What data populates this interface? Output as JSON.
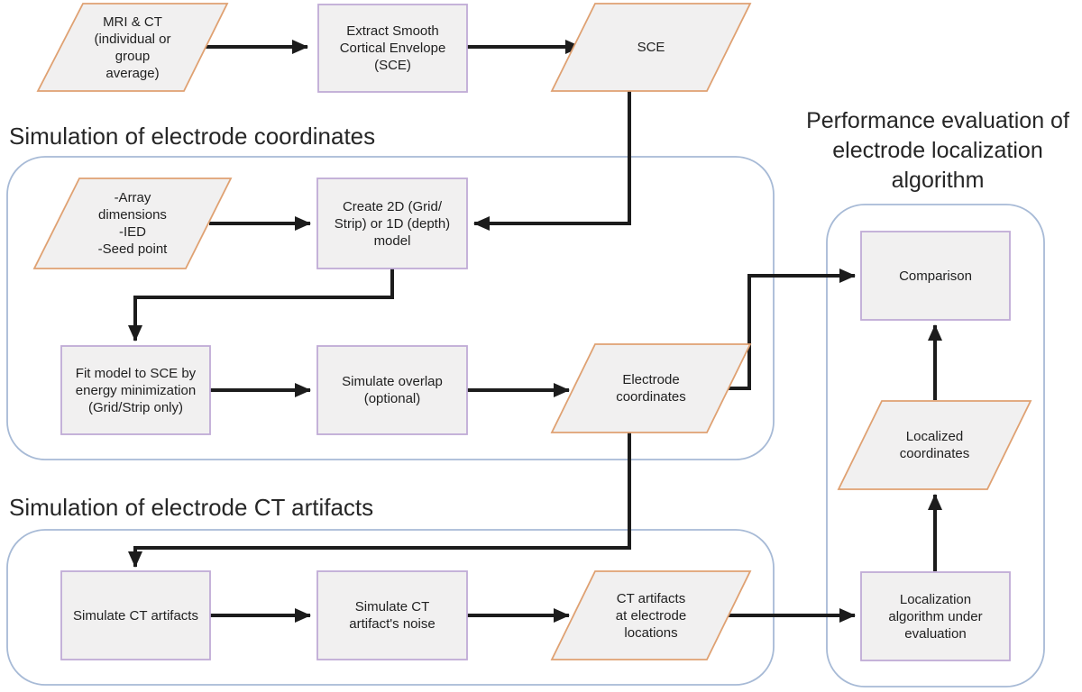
{
  "headings": {
    "sim_coordinates": "Simulation of electrode coordinates",
    "sim_ct_artifacts": "Simulation of electrode CT artifacts",
    "performance_eval": "Performance evaluation of\nelectrode localization\nalgorithm"
  },
  "nodes": {
    "mri_ct": {
      "label": "MRI & CT\n(individual or\ngroup\naverage)",
      "shape": "parallelogram"
    },
    "extract_sce": {
      "label": "Extract Smooth\nCortical Envelope\n(SCE)",
      "shape": "rect"
    },
    "sce": {
      "label": "SCE",
      "shape": "parallelogram"
    },
    "array_inputs": {
      "label": "-Array\ndimensions\n-IED\n-Seed point",
      "shape": "parallelogram"
    },
    "create_model": {
      "label": "Create 2D (Grid/\nStrip) or 1D (depth)\nmodel",
      "shape": "rect"
    },
    "fit_model": {
      "label": "Fit model to SCE by\nenergy minimization\n(Grid/Strip only)",
      "shape": "rect"
    },
    "simulate_overlap": {
      "label": "Simulate overlap\n(optional)",
      "shape": "rect"
    },
    "electrode_coordinates": {
      "label": "Electrode\ncoordinates",
      "shape": "parallelogram"
    },
    "simulate_ct": {
      "label": "Simulate CT artifacts",
      "shape": "rect"
    },
    "simulate_noise": {
      "label": "Simulate CT\nartifact's noise",
      "shape": "rect"
    },
    "ct_artifacts": {
      "label": "CT artifacts\nat electrode\nlocations",
      "shape": "parallelogram"
    },
    "comparison": {
      "label": "Comparison",
      "shape": "rect"
    },
    "localized_coordinates": {
      "label": "Localized\ncoordinates",
      "shape": "parallelogram"
    },
    "localization_algorithm": {
      "label": "Localization\nalgorithm under\nevaluation",
      "shape": "rect"
    }
  },
  "colors": {
    "node_fill": "#f1f0f0",
    "process_border": "#c0abd6",
    "io_border": "#dfa172",
    "container_border": "#a7bad6",
    "arrow": "#1c1c1c"
  }
}
